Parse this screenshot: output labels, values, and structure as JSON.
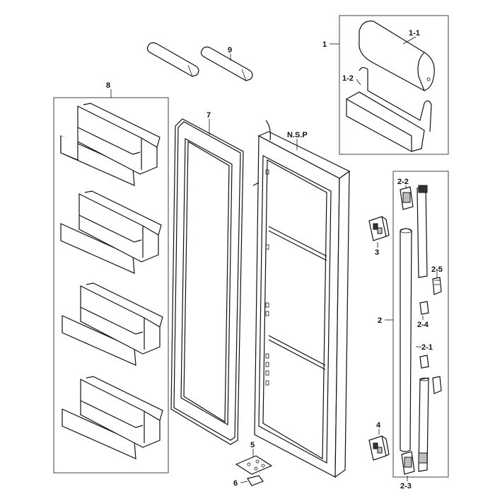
{
  "diagram": {
    "labels": {
      "door_nsp": "N.S.P",
      "bin_group": "1",
      "bin_cover": "1-1",
      "bin_case": "1-2",
      "dispenser_group": "2",
      "tube_main": "2-1",
      "tube_top_clip": "2-2",
      "tube_bottom_clip": "2-3",
      "tube_mid_clip": "2-4",
      "tube_connector": "2-5",
      "upper_cap": "3",
      "lower_cap": "4",
      "hinge_plate": "5",
      "hinge_pin": "6",
      "gasket": "7",
      "door_guards": "8",
      "guard_bars": "9"
    }
  }
}
